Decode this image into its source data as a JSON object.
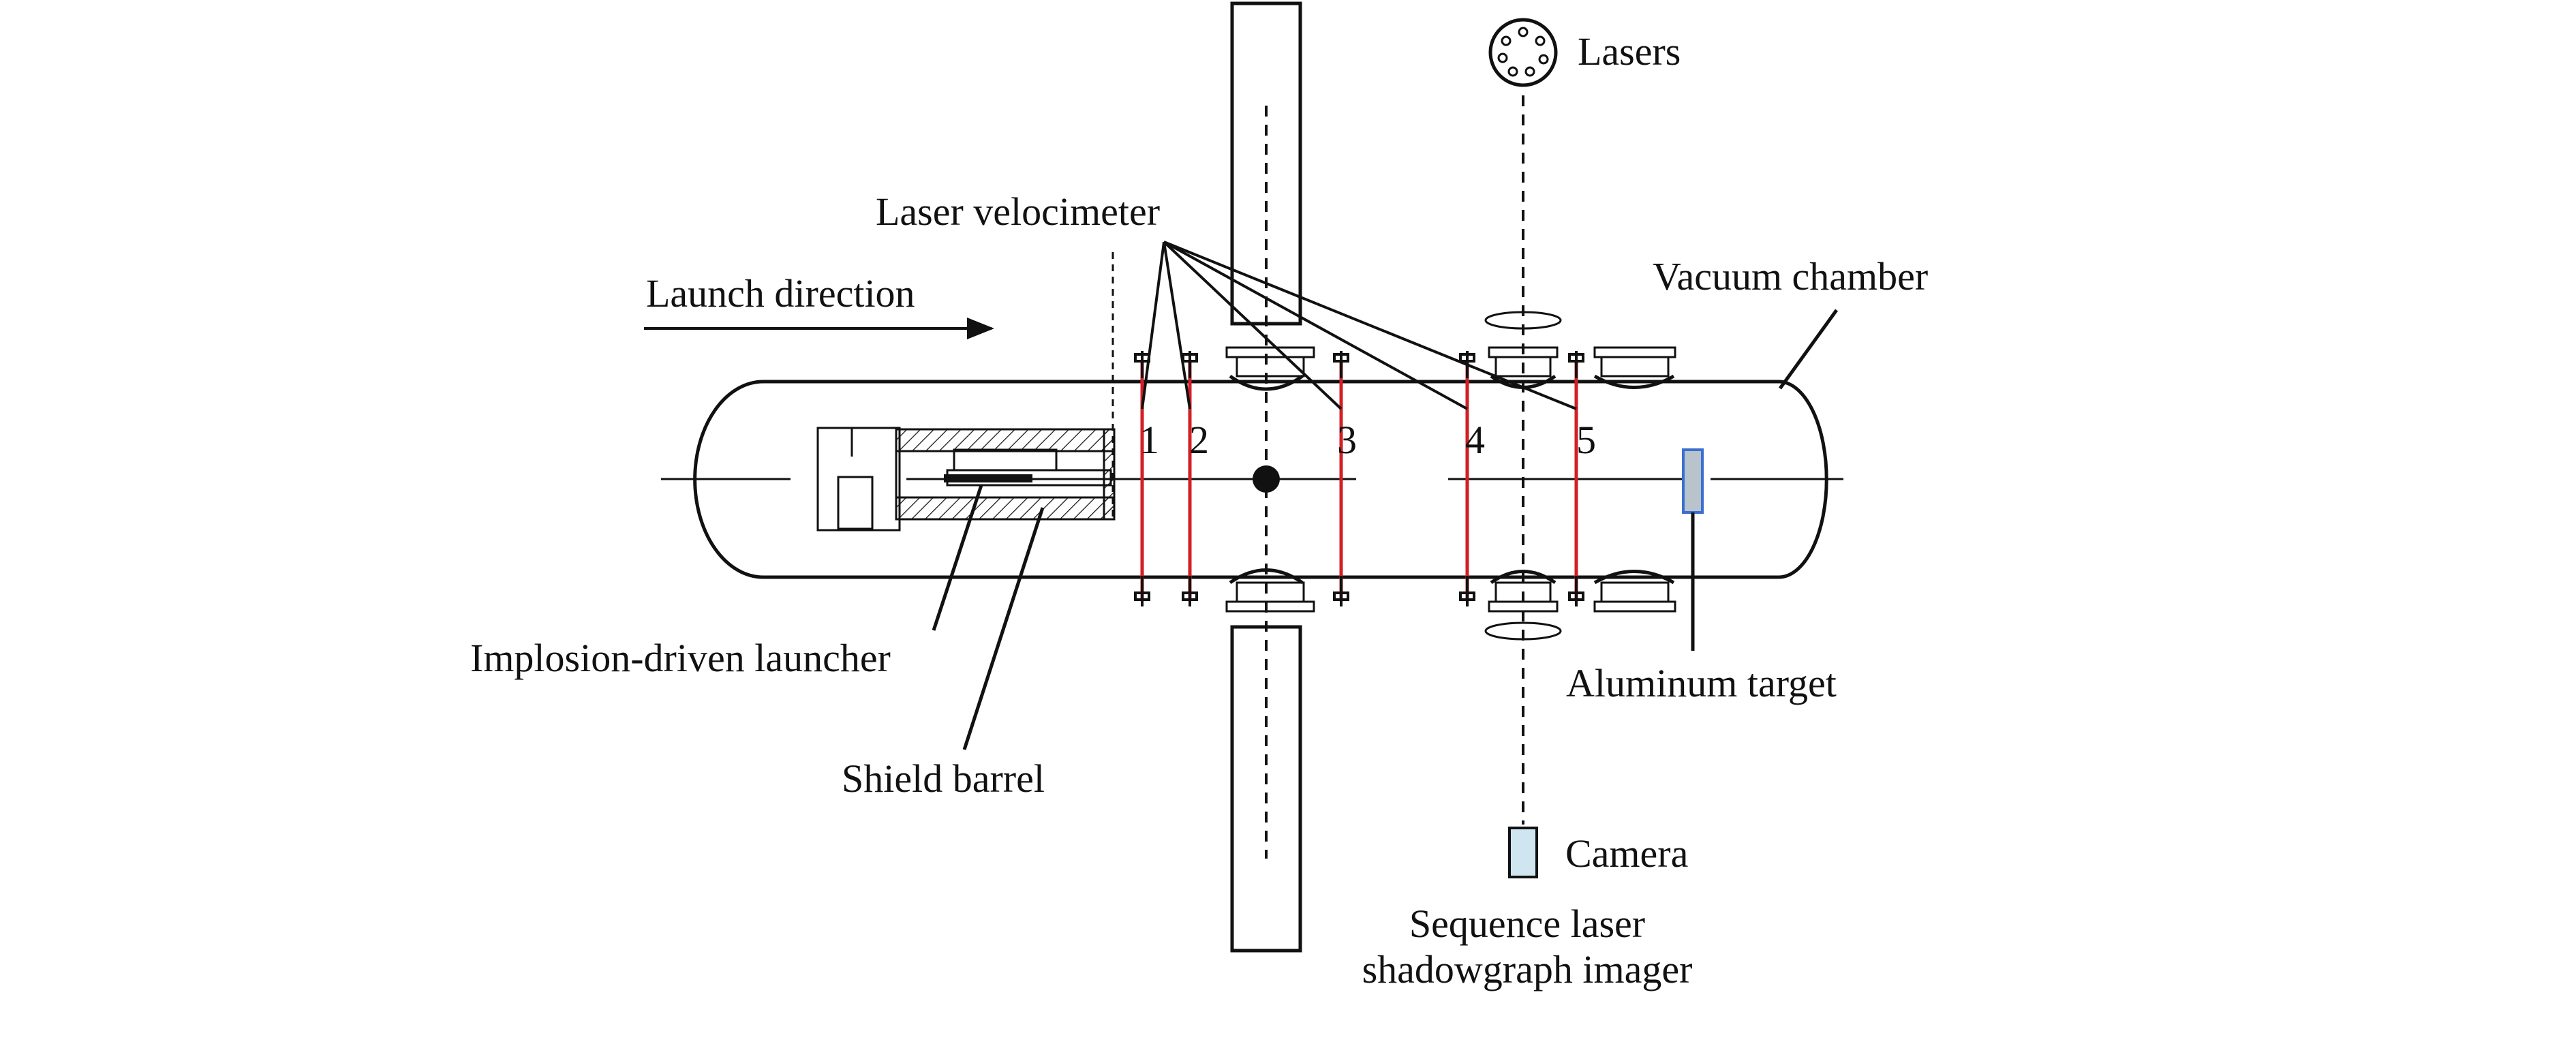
{
  "labels": {
    "lasers": "Lasers",
    "laser_velocimeter": "Laser velocimeter",
    "launch_direction": "Launch direction",
    "vacuum_chamber": "Vacuum chamber",
    "implosion_driven_launcher": "Implosion-driven launcher",
    "shield_barrel": "Shield barrel",
    "aluminum_target": "Aluminum target",
    "camera": "Camera",
    "imager_line1": "Sequence laser",
    "imager_line2": "shadowgraph imager"
  },
  "velocimeter_stations": [
    "1",
    "2",
    "3",
    "4",
    "5"
  ],
  "colors": {
    "laser_beam": "#d21f26",
    "target_fill": "#b9c3cc",
    "target_stroke": "#3a6fd0",
    "camera_fill": "#cfe6f0",
    "line": "#111111"
  }
}
